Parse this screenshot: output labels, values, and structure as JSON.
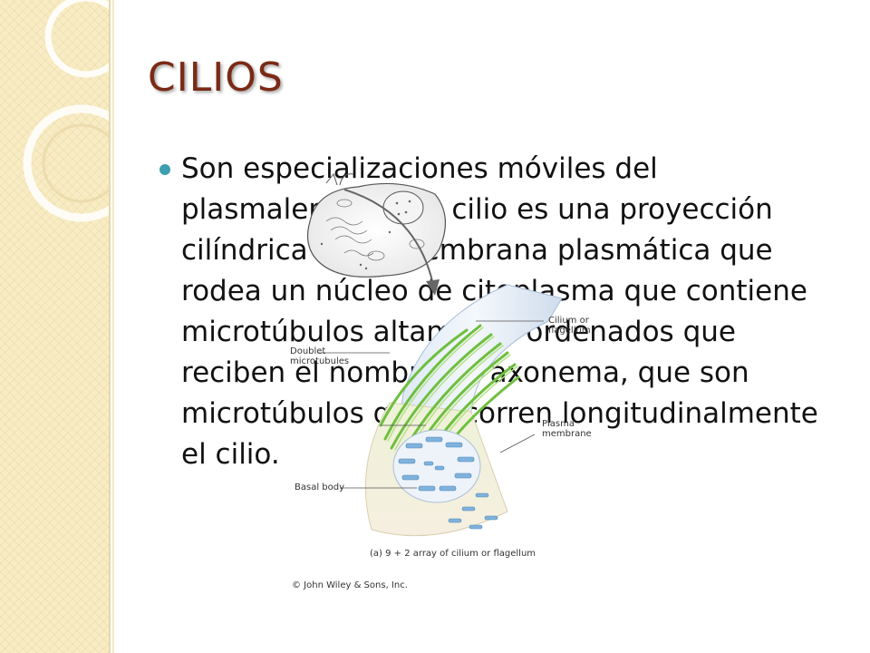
{
  "slide": {
    "title": "CILIOS",
    "bullet": "Son especializaciones móviles del plasmalema. Cada cilio es una proyección cilíndrica de la membrana plasmática que rodea un núcleo de citoplasma que contiene microtúbulos altamente ordenados que reciben el nombre de axonema, que son microtúbulos que recorren longitudinalmente el cilio."
  },
  "figure": {
    "labels": {
      "cilium": "Cilium or flagellum",
      "doublet": "Doublet microtubules",
      "plasma": "Plasma membrane",
      "basal": "Basal body"
    },
    "caption": "(a) 9 + 2 array of cilium or flagellum",
    "copyright": "© John Wiley & Sons, Inc."
  },
  "colors": {
    "title": "#7a2a16",
    "bullet": "#3d9fb0",
    "band": "#f8ecc4"
  }
}
